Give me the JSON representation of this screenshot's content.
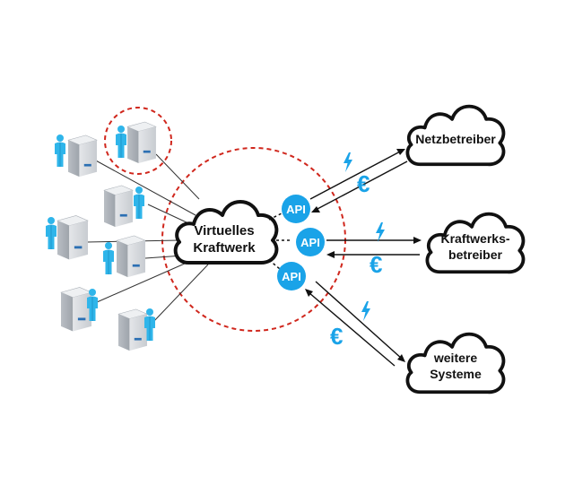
{
  "center_cloud": {
    "line1": "Virtuelles",
    "line2": "Kraftwerk"
  },
  "api": {
    "label": "API"
  },
  "partners": [
    {
      "line1": "Netzbetreiber",
      "line2": ""
    },
    {
      "line1": "Kraftwerks-",
      "line2": "betreiber"
    },
    {
      "line1": "weitere",
      "line2": "Systeme"
    }
  ],
  "euro_symbol": "€",
  "colors": {
    "accent_blue": "#1aa3e8",
    "dashed_circle": "#d0271d",
    "outline": "#111111",
    "unit_gray": "#cfd2d6",
    "person_blue": "#2fb5ea"
  },
  "icons": [
    "lightning-icon",
    "euro-icon",
    "person-icon",
    "generator-unit-icon",
    "cloud-icon"
  ]
}
